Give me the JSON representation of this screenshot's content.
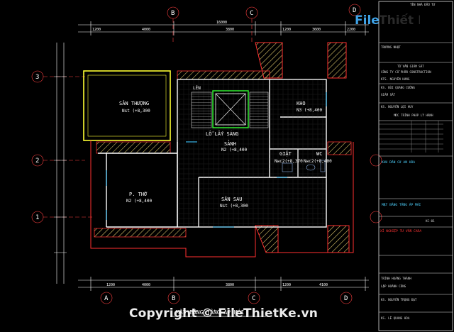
{
  "drawing": {
    "title": "MẶT BẰNG TẦNG ÁP MÁI",
    "rooms": {
      "san_thuong": {
        "name": "SÂN THƯỢNG",
        "level": "Nst (+8,300"
      },
      "kho": {
        "name": "KHO",
        "level": "N3 (+8,400"
      },
      "lo_lay_sang": "LỖ LẤY SÁNG",
      "sanh": {
        "name": "SẢNH",
        "level": "N2 (+8,400"
      },
      "giat": {
        "name": "GIẶT",
        "level": "Nwc2(+8,370"
      },
      "wc": {
        "name": "WC",
        "level": "Nwc2(+8,400"
      },
      "phong_tho": {
        "name": "P. THỜ",
        "level": "N2 (+8,400"
      },
      "san_sau": {
        "name": "SÂN SAU",
        "level": "Nst (+8,300"
      },
      "stair_up": "LÊN"
    },
    "dims_top": [
      "1200",
      "4000",
      "3800",
      "1200",
      "3600",
      "2200"
    ],
    "dims_top_total": "16000",
    "dims_bottom": [
      "1200",
      "4000",
      "3800",
      "1200",
      "4100"
    ],
    "grid_top": [
      "B",
      "C",
      "D"
    ],
    "grid_left": [
      "3",
      "2",
      "1"
    ],
    "grid_bottom": [
      "A",
      "B",
      "C",
      "D"
    ]
  },
  "title_block": {
    "header": "TÊN NHÀ ĐẦU TƯ",
    "rows": [
      {
        "text": "TRƯỜNG NHẬT",
        "style": "normal"
      },
      {
        "text": "TỔ VẤN GIÁM SÁT",
        "style": "normal"
      },
      {
        "text": "CÔNG TY CỔ PHẦN CONSTRUCTION",
        "style": "normal"
      },
      {
        "text": "KTS. NGUYỄN HƯNG",
        "style": "normal"
      },
      {
        "text": "KS. BÙI QUANG CƯỜNG",
        "style": "normal"
      },
      {
        "text": "GIÁM SÁT",
        "style": "normal"
      },
      {
        "text": "KS. NGUYỄN LỢI HUY",
        "style": "normal"
      },
      {
        "text": "MỨC TRÌNH PHÁP LÝ HÀNH",
        "style": "normal"
      },
      {
        "text": "KHU DÂN CƯ AN HÒA",
        "style": "cyan"
      },
      {
        "text": "MẶT BẰNG TẦNG ÁP MÁI",
        "style": "cyan"
      },
      {
        "text": "XÍ NGHIỆP TƯ VẤN CARA",
        "style": "red"
      },
      {
        "text": "TRÌNH HOÀNG THÀNH",
        "style": "normal"
      },
      {
        "text": "LẬP HOÀNH CÔNG",
        "style": "normal"
      },
      {
        "text": "KS. NGUYỄN TRỌNG ĐẠT",
        "style": "normal"
      },
      {
        "text": "KS. LÊ QUANG HÒA",
        "style": "normal"
      }
    ],
    "sheet": "KC-01"
  },
  "watermark": {
    "logo_prefix": "File",
    "logo_suffix": "Thiết Kế.vn",
    "copyright": "Copyright © FileThietKe.vn"
  },
  "colors": {
    "wall": "#ffffff",
    "axis": "#ff4040",
    "hatch": "#e8d070",
    "terrace": "#ffff33",
    "roof_edge": "#ff3030",
    "cyan": "#3ec6ff",
    "logo": "#3fa3e8"
  }
}
